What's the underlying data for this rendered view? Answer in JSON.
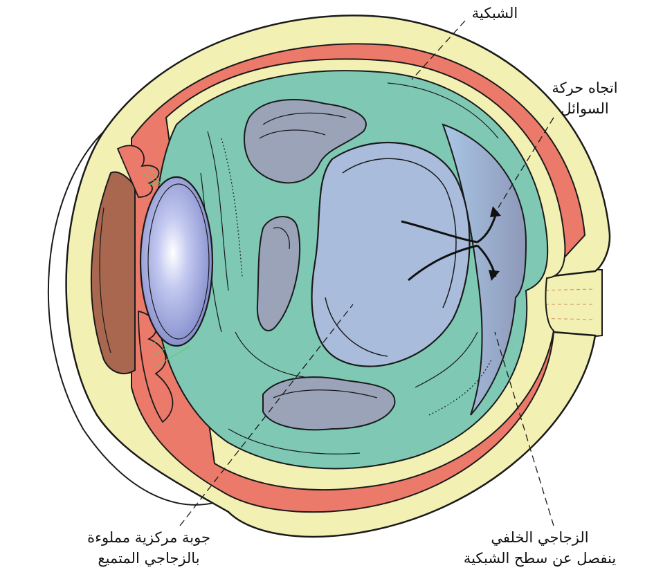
{
  "labels": {
    "retina": "الشبكية",
    "fluid_direction": {
      "line1": "اتجاه حركة",
      "line2": "السوائل"
    },
    "central_cavity": {
      "line1": "جوبة مركزية مملوءة",
      "line2": "بالزجاجي المتميع"
    },
    "posterior_vitreous": {
      "line1": "الزجاجي الخلفي",
      "line2": "ينفصل عن سطح الشبكية"
    }
  },
  "colors": {
    "sclera": "#f3f0b4",
    "choroid": "#ec7a6a",
    "vitreous": "#7ec8b4",
    "liquefied_pocket": "#9aa3b8",
    "detached_region": "#a9bcdc",
    "iris": "#a8674e",
    "lens": "#a9b4e8",
    "zonules": "#6ac26a",
    "outline": "#1a1a1a"
  }
}
